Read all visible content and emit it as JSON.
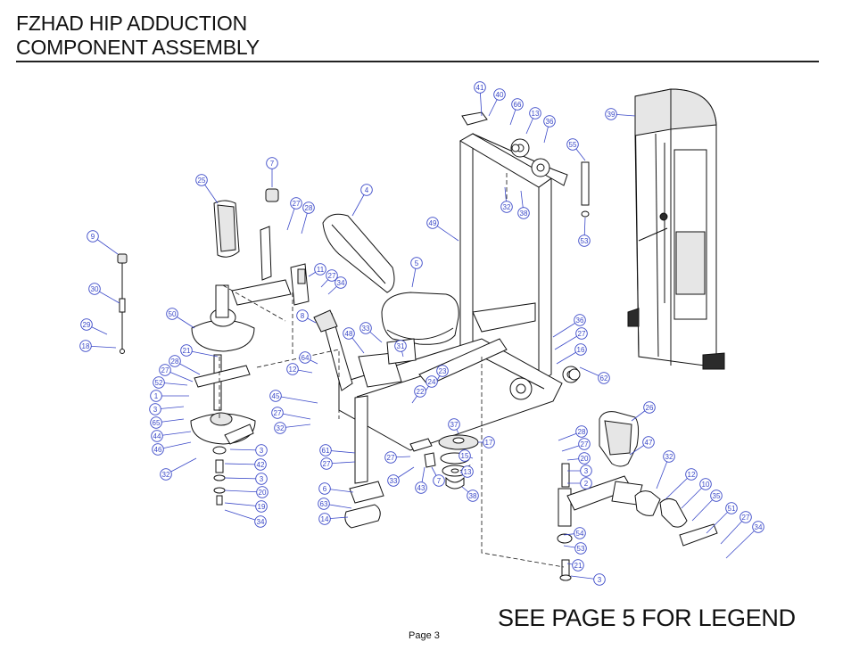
{
  "header": {
    "title_line1": "FZHAD HIP ADDUCTION",
    "title_line2": "COMPONENT ASSEMBLY"
  },
  "footer": {
    "legend_note": "SEE PAGE 5 FOR LEGEND",
    "page_label": "Page 3"
  },
  "callouts": [
    "41",
    "40",
    "66",
    "13",
    "36",
    "39",
    "55",
    "7",
    "25",
    "27",
    "28",
    "4",
    "32",
    "38",
    "49",
    "53",
    "9",
    "5",
    "11",
    "27",
    "34",
    "30",
    "50",
    "29",
    "18",
    "8",
    "33",
    "48",
    "31",
    "36",
    "27",
    "16",
    "62",
    "21",
    "28",
    "27",
    "64",
    "12",
    "52",
    "1",
    "23",
    "24",
    "22",
    "3",
    "65",
    "44",
    "45",
    "27",
    "32",
    "46",
    "28",
    "26",
    "37",
    "17",
    "27",
    "47",
    "27",
    "15",
    "20",
    "32",
    "61",
    "27",
    "32",
    "3",
    "42",
    "3",
    "20",
    "19",
    "34",
    "33",
    "43",
    "7",
    "13",
    "3",
    "2",
    "12",
    "6",
    "38",
    "10",
    "63",
    "35",
    "51",
    "14",
    "54",
    "27",
    "53",
    "34",
    "21",
    "3"
  ]
}
